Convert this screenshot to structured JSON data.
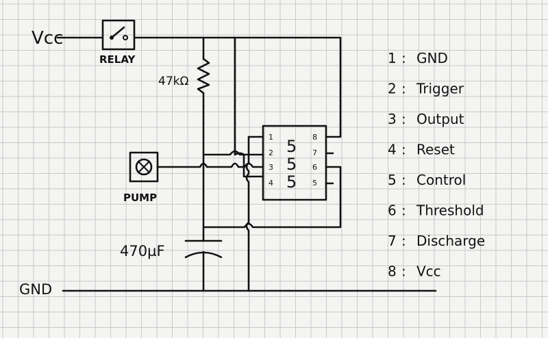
{
  "labels": {
    "vcc": "Vcc",
    "gnd": "GND",
    "relay": "RELAY",
    "pump": "PUMP",
    "resistor": "47kΩ",
    "capacitor": "470µF",
    "chip_digits": [
      "5",
      "5",
      "5"
    ],
    "pins_left": [
      "1",
      "2",
      "3",
      "4"
    ],
    "pins_right": [
      "8",
      "7",
      "6",
      "5"
    ]
  },
  "pin_legend": [
    {
      "num": "1",
      "name": "GND"
    },
    {
      "num": "2",
      "name": "Trigger"
    },
    {
      "num": "3",
      "name": "Output"
    },
    {
      "num": "4",
      "name": "Reset"
    },
    {
      "num": "5",
      "name": "Control"
    },
    {
      "num": "6",
      "name": "Threshold"
    },
    {
      "num": "7",
      "name": "Discharge"
    },
    {
      "num": "8",
      "name": "Vcc"
    }
  ],
  "colors": {
    "paper": "#f4f4f2",
    "grid": "#c9c9c9",
    "ink": "#111111"
  }
}
